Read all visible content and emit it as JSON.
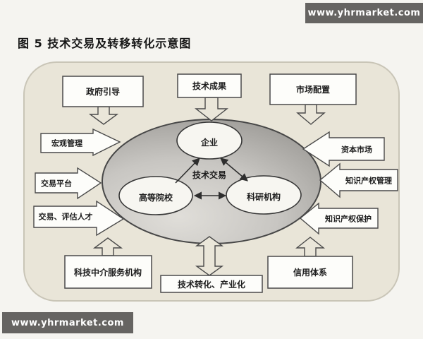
{
  "watermark": {
    "text": "www.yhrmarket.com",
    "bg_color": "#666462"
  },
  "title": "图 5  技术交易及转移转化示意图",
  "diagram": {
    "top_boxes": {
      "government_guidance": "政府引导",
      "technology_achievements": "技术成果",
      "market_allocation": "市场配置"
    },
    "left_callouts": {
      "macro_management": "宏观管理",
      "trading_platform": "交易平台",
      "trading_evaluation_talent": "交易、评估人才"
    },
    "right_callouts": {
      "capital_market": "资本市场",
      "ip_management": "知识产权管理",
      "ip_protection": "知识产权保护"
    },
    "bottom_boxes": {
      "sci_tech_intermediary": "科技中介服务机构",
      "tech_transformation": "技术转化、产业化",
      "credit_system": "信用体系"
    },
    "core": {
      "enterprise": "企业",
      "universities": "高等院校",
      "research_institutes": "科研机构",
      "technology_trading": "技术交易"
    },
    "colors": {
      "page_bg": "#f5f4f0",
      "canvas_bg": "#e9e5d8",
      "box_fill": "#fdfdfa",
      "outline": "#4a4a4a",
      "core_ellipse_light": "#dfddd8",
      "core_ellipse_dark": "#8f8d89",
      "watermark_bg": "#666462"
    }
  }
}
